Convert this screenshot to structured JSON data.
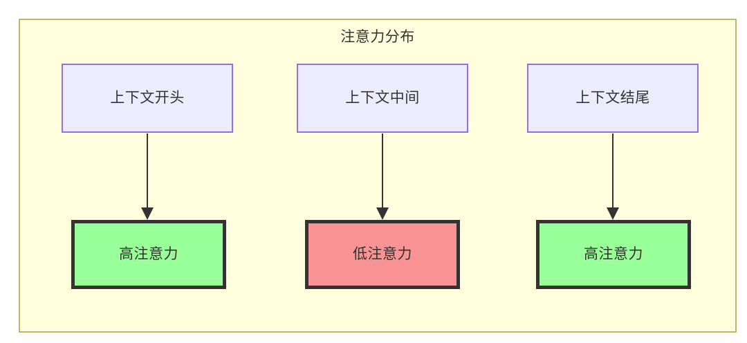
{
  "diagram": {
    "type": "flowchart",
    "title": "注意力分布",
    "container": {
      "fill": "#ffffdd",
      "stroke": "#bdb76b"
    },
    "nodes": [
      {
        "id": "context-start",
        "label": "上下文开头",
        "fill": "#ececfe",
        "stroke": "#9370db",
        "row": "top"
      },
      {
        "id": "context-middle",
        "label": "上下文中间",
        "fill": "#ececfe",
        "stroke": "#9370db",
        "row": "top"
      },
      {
        "id": "context-end",
        "label": "上下文结尾",
        "fill": "#ececfe",
        "stroke": "#9370db",
        "row": "top"
      },
      {
        "id": "attention-start",
        "label": "高注意力",
        "fill": "#99ff99",
        "stroke": "#333333",
        "row": "bottom"
      },
      {
        "id": "attention-middle",
        "label": "低注意力",
        "fill": "#fa9393",
        "stroke": "#333333",
        "row": "bottom"
      },
      {
        "id": "attention-end",
        "label": "高注意力",
        "fill": "#99ff99",
        "stroke": "#333333",
        "row": "bottom"
      }
    ],
    "edges": [
      {
        "from": "context-start",
        "to": "attention-start",
        "label": ""
      },
      {
        "from": "context-middle",
        "to": "attention-middle",
        "label": ""
      },
      {
        "from": "context-end",
        "to": "attention-end",
        "label": ""
      }
    ]
  }
}
